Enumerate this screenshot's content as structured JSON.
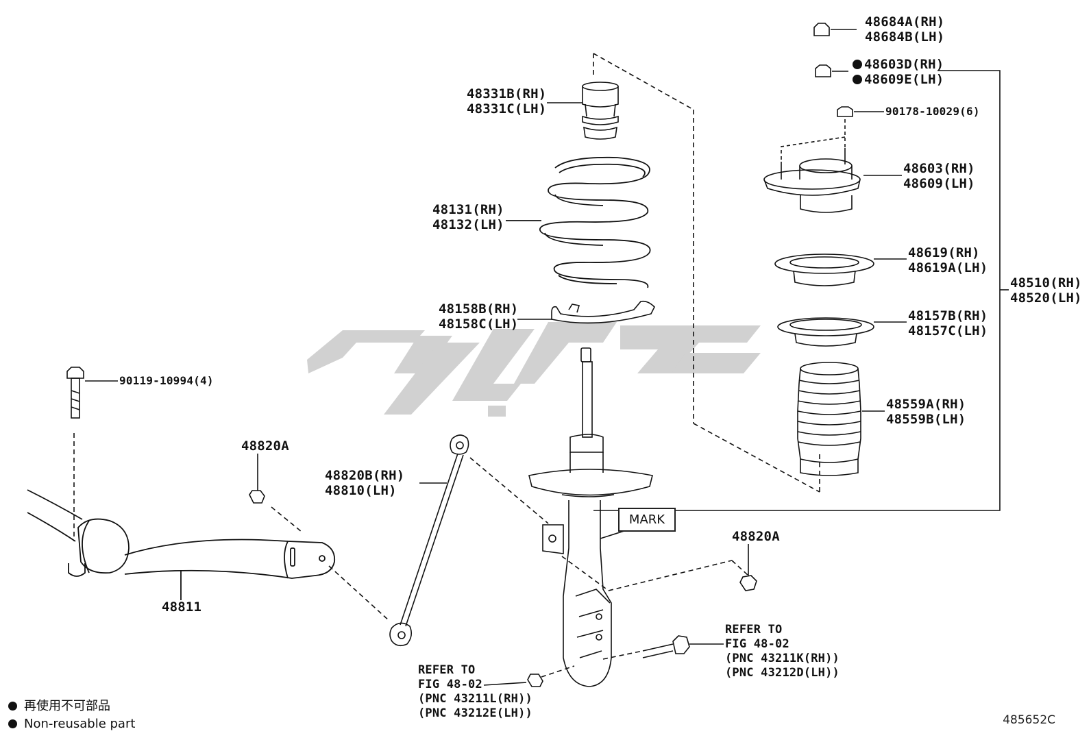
{
  "parts": {
    "nut_top": [
      "48684A(RH)",
      "48684B(LH)"
    ],
    "nut_nonreusable": [
      "48603D(RH)",
      "48609E(LH)"
    ],
    "nut_small": "90178-10029(6)",
    "bumper": [
      "48331B(RH)",
      "48331C(LH)"
    ],
    "spring": [
      "48131(RH)",
      "48132(LH)"
    ],
    "spring_insulator": [
      "48158B(RH)",
      "48158C(LH)"
    ],
    "support": [
      "48603(RH)",
      "48609(LH)"
    ],
    "upper_seat": [
      "48619(RH)",
      "48619A(LH)"
    ],
    "lower_insulator": [
      "48157B(RH)",
      "48157C(LH)"
    ],
    "boot": [
      "48559A(RH)",
      "48559B(LH)"
    ],
    "strut_assy": [
      "48510(RH)",
      "48520(LH)"
    ],
    "bolt_bracket": "90119-10994(4)",
    "nut_link_left": "48820A",
    "nut_link_right": "48820A",
    "link": [
      "48820B(RH)",
      "48810(LH)"
    ],
    "stabilizer_bar": "48811"
  },
  "mark_label": "MARK",
  "refer_right": [
    "REFER TO",
    "FIG 48-02",
    "(PNC 43211K(RH))",
    "(PNC 43212D(LH))"
  ],
  "refer_bottom": [
    "REFER TO",
    "FIG 48-02",
    "(PNC 43211L(RH))",
    "(PNC 43212E(LH))"
  ],
  "legend": {
    "line1": "再使用不可部品",
    "line2": "Non-reusable part"
  },
  "figure_id": "485652C",
  "colors": {
    "line": "#111111",
    "watermark": "#c8c8c8"
  }
}
